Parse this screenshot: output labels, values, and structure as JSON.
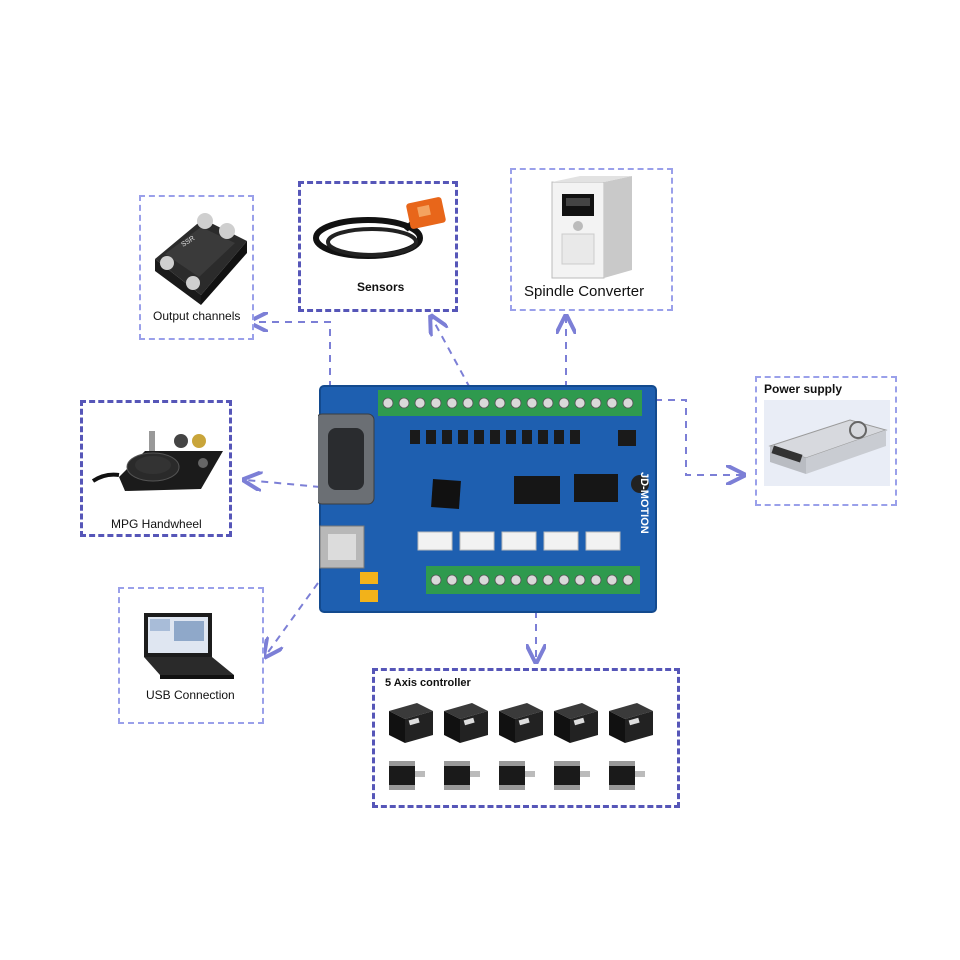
{
  "board": {
    "label": "JD-MOTION"
  },
  "peripherals": {
    "output_channels": {
      "label": "Output channels"
    },
    "sensors": {
      "label": "Sensors"
    },
    "spindle_converter": {
      "label": "Spindle Converter"
    },
    "power_supply": {
      "label": "Power supply"
    },
    "mpg_handwheel": {
      "label": "MPG Handwheel"
    },
    "usb_connection": {
      "label": "USB Connection"
    },
    "axis_controller": {
      "label": "5 Axis controller",
      "driver_count": 5,
      "motor_count": 5
    }
  },
  "colors": {
    "board": "#1e5fb0",
    "terminal": "#2f9a4e",
    "dash_light": "#9aa0ea",
    "dash_dark": "#5656b8",
    "arrow": "#7c7fd6"
  }
}
